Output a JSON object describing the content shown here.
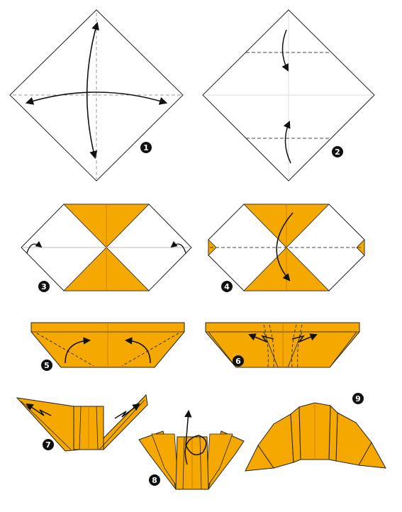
{
  "colors": {
    "paper_front": "#ffffff",
    "paper_back": "#f5a800",
    "line": "#222222",
    "fold_line": "#444444",
    "crease": "#b9b9b9",
    "badge": "#111111"
  },
  "steps": [
    {
      "number": "1"
    },
    {
      "number": "2"
    },
    {
      "number": "3"
    },
    {
      "number": "4"
    },
    {
      "number": "5"
    },
    {
      "number": "6"
    },
    {
      "number": "7"
    },
    {
      "number": "8"
    },
    {
      "number": "9"
    }
  ]
}
